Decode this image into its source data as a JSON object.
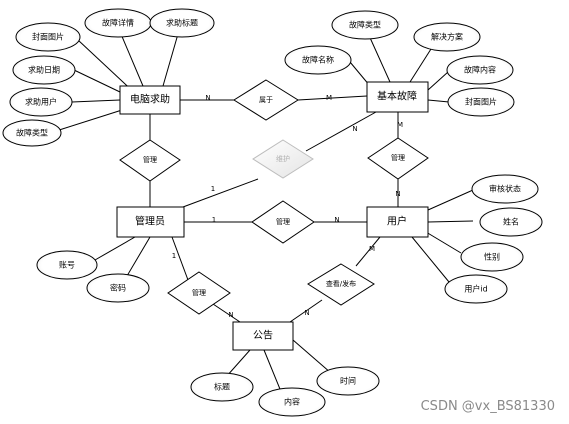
{
  "entities": {
    "fault_help": "电脑求助",
    "basic_fault": "基本故障",
    "admin": "管理员",
    "user": "用户",
    "notice": "公告"
  },
  "relations": {
    "belongs": "属于",
    "maintain": "维护",
    "manage_left": "管理",
    "manage_mid": "管理",
    "manage_bottom": "管理",
    "manage_right": "管理",
    "view_publish": "查看/发布"
  },
  "attributes": {
    "help_cover": "封面图片",
    "help_detail": "故障详情",
    "help_title": "求助标题",
    "help_date": "求助日期",
    "help_user": "求助用户",
    "help_type": "故障类型",
    "fault_type": "故障类型",
    "fault_solution": "解决方案",
    "fault_name": "故障名称",
    "fault_content": "故障内容",
    "fault_cover": "封面图片",
    "user_status": "审核状态",
    "user_name": "姓名",
    "user_gender": "性别",
    "user_id": "用户id",
    "admin_account": "账号",
    "admin_password": "密码",
    "notice_title": "标题",
    "notice_content": "内容",
    "notice_time": "时间"
  },
  "cardinality": {
    "help_belongs": "N",
    "belongs_fault": "M",
    "maintain_admin": "1",
    "maintain_fault": "N",
    "fault_manage": "M",
    "manage_user": "N",
    "admin_manage_user": "1",
    "manage_user_right": "N",
    "admin_manage_notice": "1",
    "manage_notice": "N",
    "user_view": "M",
    "view_notice": "N"
  },
  "watermark": "CSDN @vx_BS81330"
}
